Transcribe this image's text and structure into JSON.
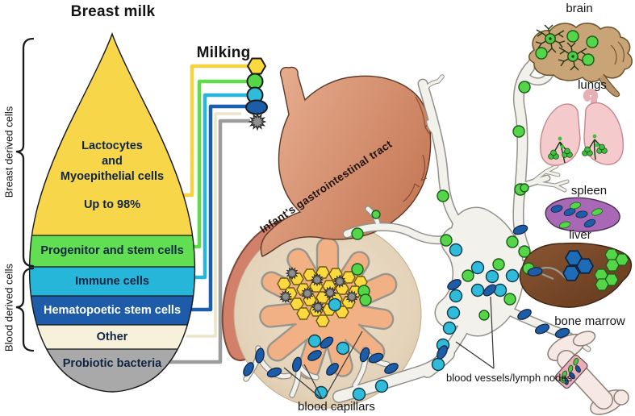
{
  "title": "Breast milk",
  "milking_label": "Milking",
  "brackets": {
    "breast": "Breast derived cells",
    "blood": "Blood derived cells"
  },
  "drop_layers": [
    {
      "name": "lactocytes",
      "label_lines": [
        "Lactocytes",
        "and",
        "Myoepithelial cells"
      ],
      "sub_label": "Up to 98%",
      "color": "#F7D64A"
    },
    {
      "name": "progenitor",
      "label": "Progenitor and stem cells",
      "color": "#62DE53"
    },
    {
      "name": "immune",
      "label": "Immune cells",
      "color": "#25B6D9"
    },
    {
      "name": "hematopoetic",
      "label": "Hematopoetic stem cells",
      "color": "#1E5CA9"
    },
    {
      "name": "other",
      "label": "Other",
      "color": "#F7F0DA"
    },
    {
      "name": "probiotic",
      "label": "Probiotic bacteria",
      "color": "#A9A9A9"
    }
  ],
  "gi_label": "Infant's gastrointestinal tract",
  "annotations": {
    "capillars": "blood capillars",
    "vessels": "blood vessels/lymph nodes"
  },
  "organs": [
    {
      "label": "brain"
    },
    {
      "label": "lungs"
    },
    {
      "label": "spleen"
    },
    {
      "label": "liver"
    },
    {
      "label": "bone marrow"
    }
  ],
  "palette": {
    "hexagon_cell": "#FBD93F",
    "green_cell": "#55D649",
    "cyan_cell": "#2FBBD9",
    "blue_cell": "#1D5DA8",
    "bacteria_cell": "#8F8F8F",
    "stomach": "#D98F6F",
    "villi": "#F2B185",
    "villi_circle": "#E7D8C2",
    "vessel_fill": "#F2F1EB",
    "vessel_outline": "#92918A",
    "brain": "#C8A477",
    "lungs": "#F4CACD",
    "spleen": "#A868B5",
    "liver": "#7B4B2C",
    "bone": "#F6E9E4",
    "bone_marrow_window": "#EAADB9"
  }
}
